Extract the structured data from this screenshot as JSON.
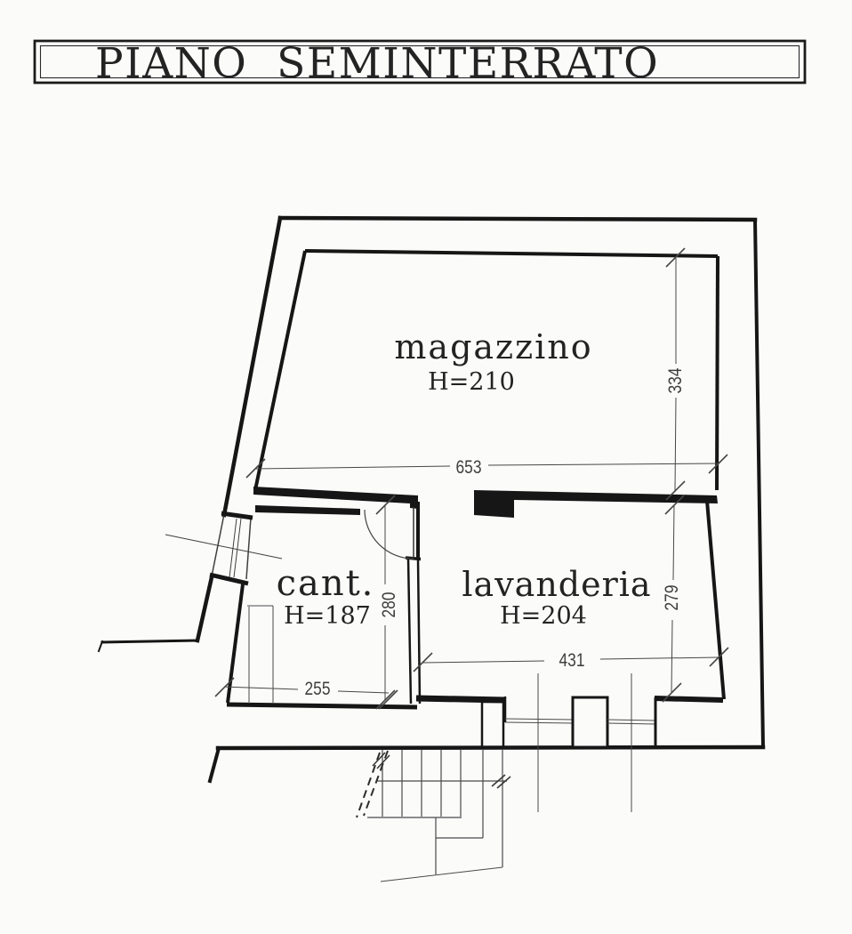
{
  "title": "PIANO  SEMINTERRATO",
  "rooms": [
    {
      "name": "magazzino",
      "height": "H=210"
    },
    {
      "name": "cant.",
      "height": "H=187"
    },
    {
      "name": "lavanderia",
      "height": "H=204"
    }
  ],
  "dimensions_cm": {
    "magazzino_width": "653",
    "magazzino_depth": "334",
    "cant_depth": "280",
    "cant_width": "255",
    "lavanderia_width": "431",
    "lavanderia_depth": "279"
  },
  "colors": {
    "wall_line": "#161616",
    "thin_line": "#4a4a4a",
    "dimension_line": "#474747",
    "background": "#fbfbfa"
  }
}
